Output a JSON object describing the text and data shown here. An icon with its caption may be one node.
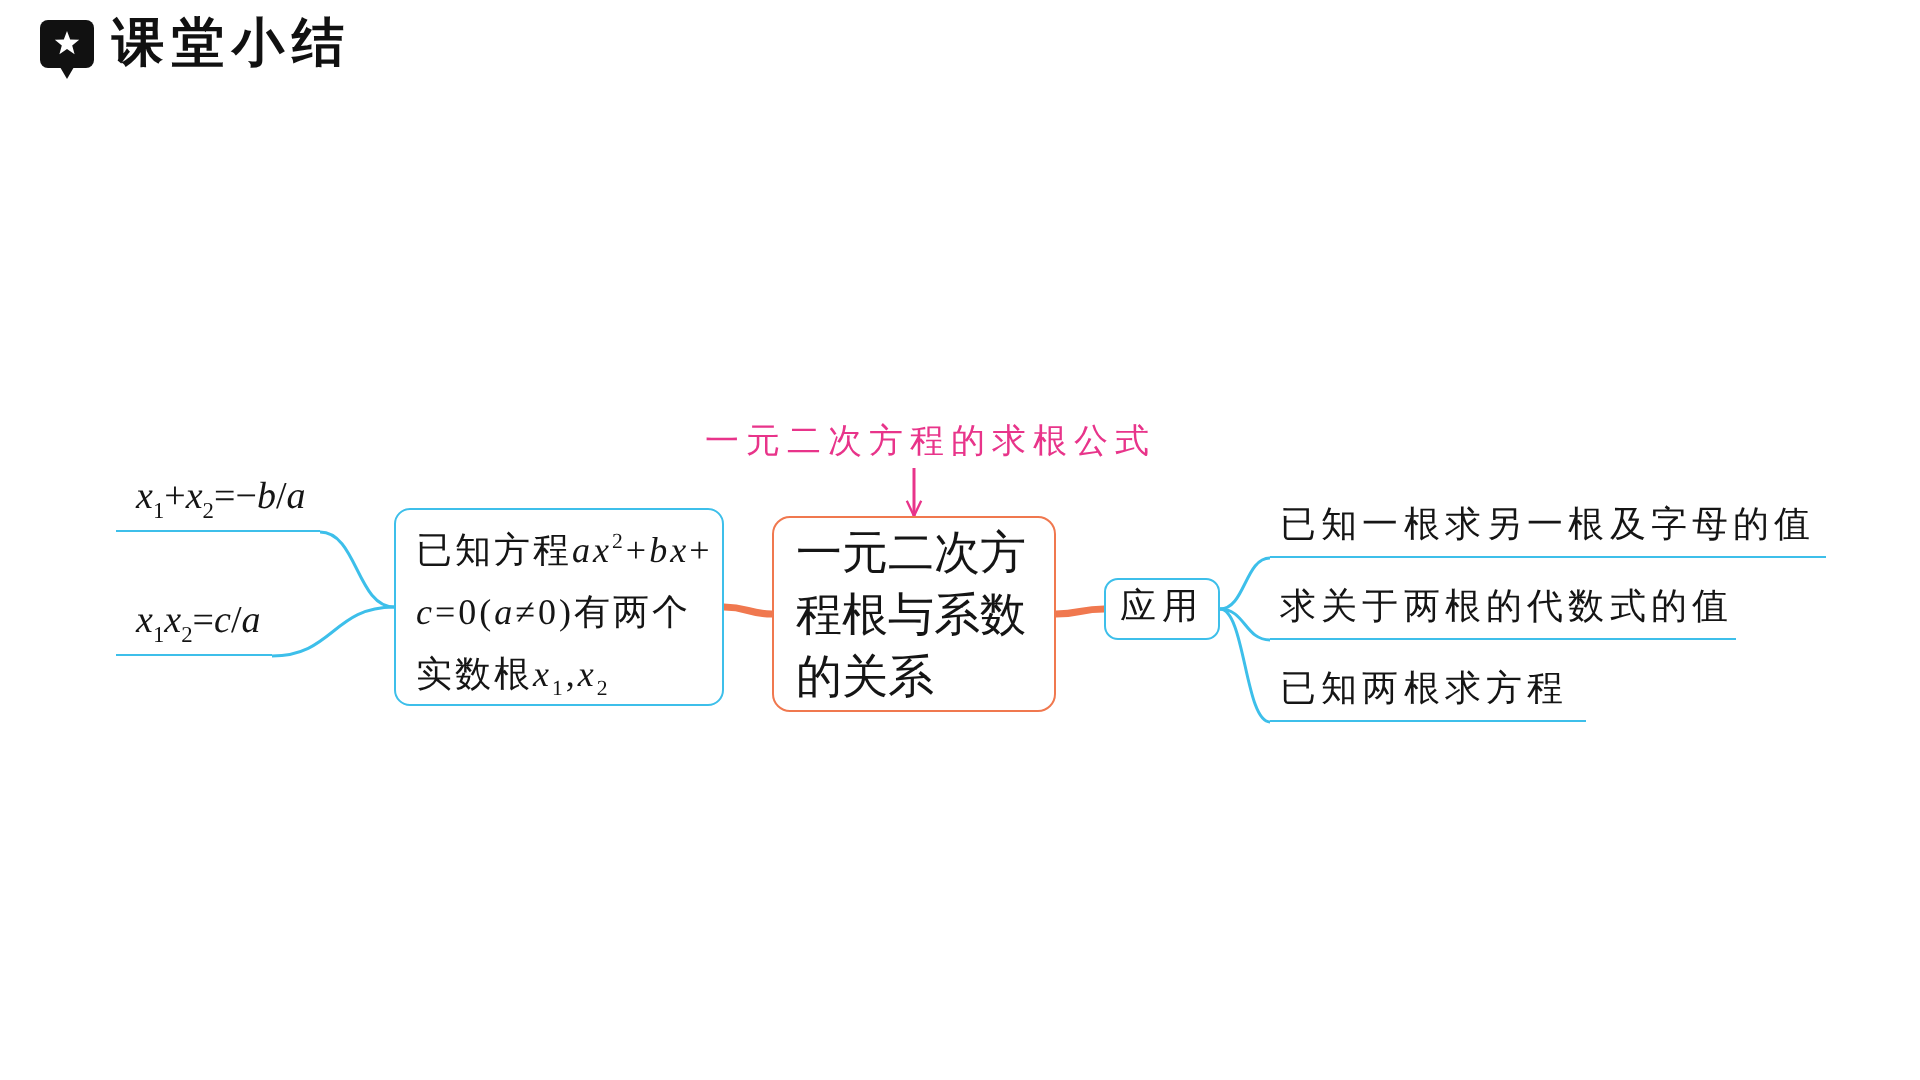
{
  "diagram": {
    "title": "课堂小结",
    "nodes": [
      {
        "text": [
          "一元二次方程根与系数的关系"
        ]
      },
      {
        "text": [
          "一元二次方程的求根公式"
        ]
      },
      {
        "text": [
          "已知方程ax$^{2}$+bx+c=0(a≠0)有两个实数根x$_{1}$,x$_{2}$"
        ]
      },
      {
        "text": [
          "x$_{1}$+x$_{2}$=−b/a"
        ]
      },
      {
        "text": [
          "x$_{1}$x$_{2}$=c/a"
        ]
      },
      {
        "text": [
          "应用"
        ]
      },
      {
        "text": [
          "已知一根求另一根及字母的值"
        ]
      },
      {
        "text": [
          "求关于两根的代数式的值"
        ]
      },
      {
        "text": [
          "已知两根求方程"
        ]
      }
    ],
    "edges": [
      {
        "from": 1,
        "to": 0,
        "arrow": "to",
        "color": "#e8348a"
      },
      {
        "from": 2,
        "to": 0,
        "arrow": "none",
        "style": "thick",
        "color": "#f0784f"
      },
      {
        "from": 0,
        "to": 5,
        "arrow": "none",
        "style": "thick",
        "color": "#f0784f"
      },
      {
        "from": 2,
        "to": 3,
        "arrow": "none"
      },
      {
        "from": 2,
        "to": 4,
        "arrow": "none"
      },
      {
        "from": 5,
        "to": 6,
        "arrow": "none"
      },
      {
        "from": 5,
        "to": 7,
        "arrow": "none"
      },
      {
        "from": 5,
        "to": 8,
        "arrow": "none"
      }
    ]
  }
}
